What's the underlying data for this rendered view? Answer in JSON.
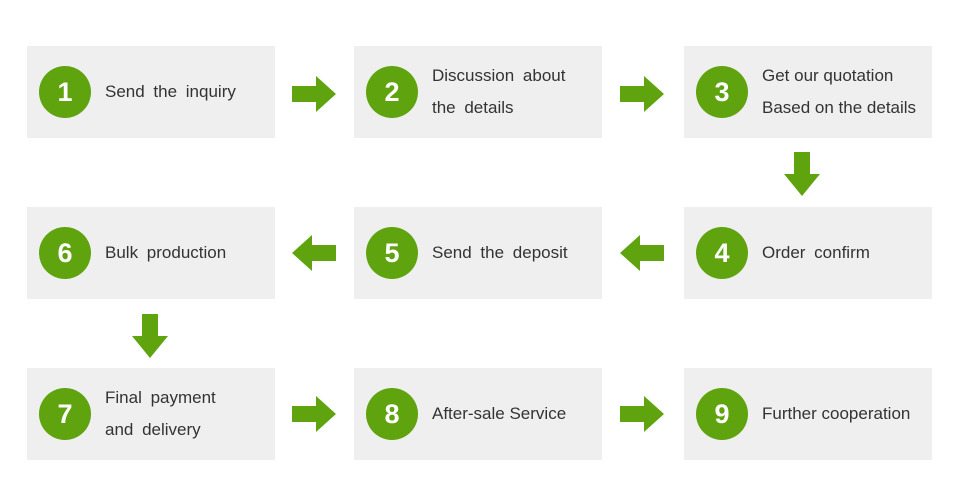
{
  "accent_color": "#5fa30e",
  "box_color": "#efefef",
  "steps": [
    {
      "number": "1",
      "line1": "Send  the  inquiry",
      "line2": ""
    },
    {
      "number": "2",
      "line1": "Discussion  about",
      "line2": "the details"
    },
    {
      "number": "3",
      "line1": "Get our quotation",
      "line2": "Based on the details"
    },
    {
      "number": "4",
      "line1": "Order  confirm",
      "line2": ""
    },
    {
      "number": "5",
      "line1": "Send  the  deposit",
      "line2": ""
    },
    {
      "number": "6",
      "line1": "Bulk  production",
      "line2": ""
    },
    {
      "number": "7",
      "line1": "Final  payment",
      "line2": "and  delivery"
    },
    {
      "number": "8",
      "line1": "After-sale Service",
      "line2": ""
    },
    {
      "number": "9",
      "line1": "Further cooperation",
      "line2": ""
    }
  ],
  "arrows": [
    "right-arrow-icon",
    "right-arrow-icon",
    "down-arrow-icon",
    "left-arrow-icon",
    "left-arrow-icon",
    "down-arrow-icon",
    "right-arrow-icon",
    "right-arrow-icon"
  ]
}
